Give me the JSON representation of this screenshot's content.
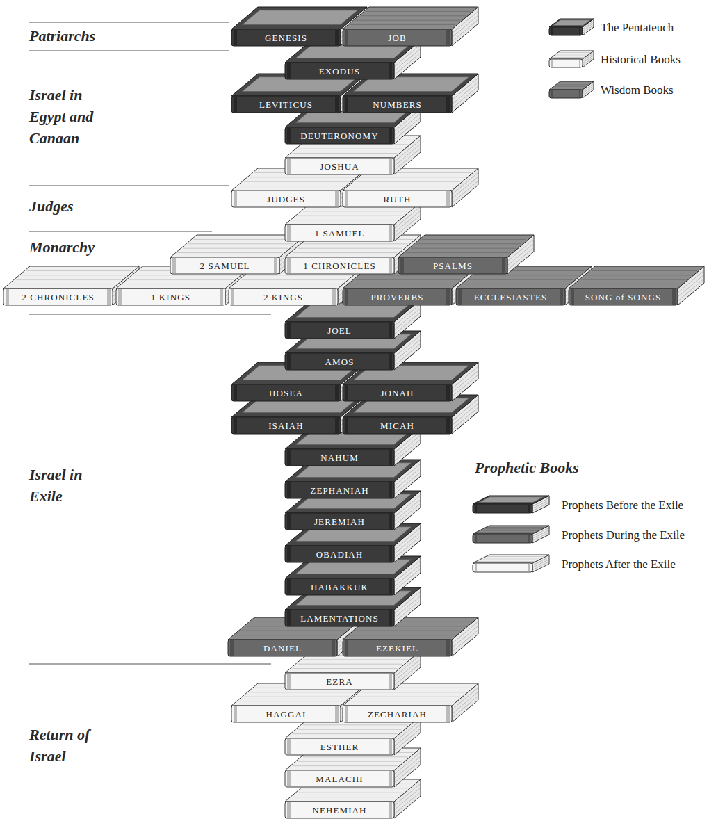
{
  "diagram": {
    "nodes": [
      {
        "text": [
          "GENESIS"
        ]
      },
      {
        "text": [
          "JOB"
        ]
      },
      {
        "text": [
          "EXODUS"
        ]
      },
      {
        "text": [
          "LEVITICUS"
        ]
      },
      {
        "text": [
          "NUMBERS"
        ]
      },
      {
        "text": [
          "DEUTERONOMY"
        ]
      },
      {
        "text": [
          "JOSHUA"
        ]
      },
      {
        "text": [
          "JUDGES"
        ]
      },
      {
        "text": [
          "RUTH"
        ]
      },
      {
        "text": [
          "1 SAMUEL"
        ]
      },
      {
        "text": [
          "2 SAMUEL"
        ]
      },
      {
        "text": [
          "1 CHRONICLES"
        ]
      },
      {
        "text": [
          "PSALMS"
        ]
      },
      {
        "text": [
          "2 CHRONICLES"
        ]
      },
      {
        "text": [
          "1 KINGS"
        ]
      },
      {
        "text": [
          "2 KINGS"
        ]
      },
      {
        "text": [
          "PROVERBS"
        ]
      },
      {
        "text": [
          "ECCLESIASTES"
        ]
      },
      {
        "text": [
          "SONG of SONGS"
        ]
      },
      {
        "text": [
          "JOEL"
        ]
      },
      {
        "text": [
          "AMOS"
        ]
      },
      {
        "text": [
          "HOSEA"
        ]
      },
      {
        "text": [
          "JONAH"
        ]
      },
      {
        "text": [
          "ISAIAH"
        ]
      },
      {
        "text": [
          "MICAH"
        ]
      },
      {
        "text": [
          "NAHUM"
        ]
      },
      {
        "text": [
          "ZEPHANIAH"
        ]
      },
      {
        "text": [
          "JEREMIAH"
        ]
      },
      {
        "text": [
          "OBADIAH"
        ]
      },
      {
        "text": [
          "HABAKKUK"
        ]
      },
      {
        "text": [
          "LAMENTATIONS"
        ]
      },
      {
        "text": [
          "DANIEL"
        ]
      },
      {
        "text": [
          "EZEKIEL"
        ]
      },
      {
        "text": [
          "EZRA"
        ]
      },
      {
        "text": [
          "HAGGAI"
        ]
      },
      {
        "text": [
          "ZECHARIAH"
        ]
      },
      {
        "text": [
          "ESTHER"
        ]
      },
      {
        "text": [
          "MALACHI"
        ]
      },
      {
        "text": [
          "NEHEMIAH"
        ]
      }
    ],
    "labels": [
      "Patriarchs",
      "Israel in Egypt and Canaan",
      "Judges",
      "Monarchy",
      "Israel in Exile",
      "Return of Israel",
      "Prophetic Books"
    ],
    "legend": [
      {
        "text": "The Pentateuch"
      },
      {
        "text": "Historical Books"
      },
      {
        "text": "Wisdom Books"
      },
      {
        "text": "Prophets Before the Exile"
      },
      {
        "text": "Prophets During the Exile"
      },
      {
        "text": "Prophets After the Exile"
      }
    ]
  }
}
